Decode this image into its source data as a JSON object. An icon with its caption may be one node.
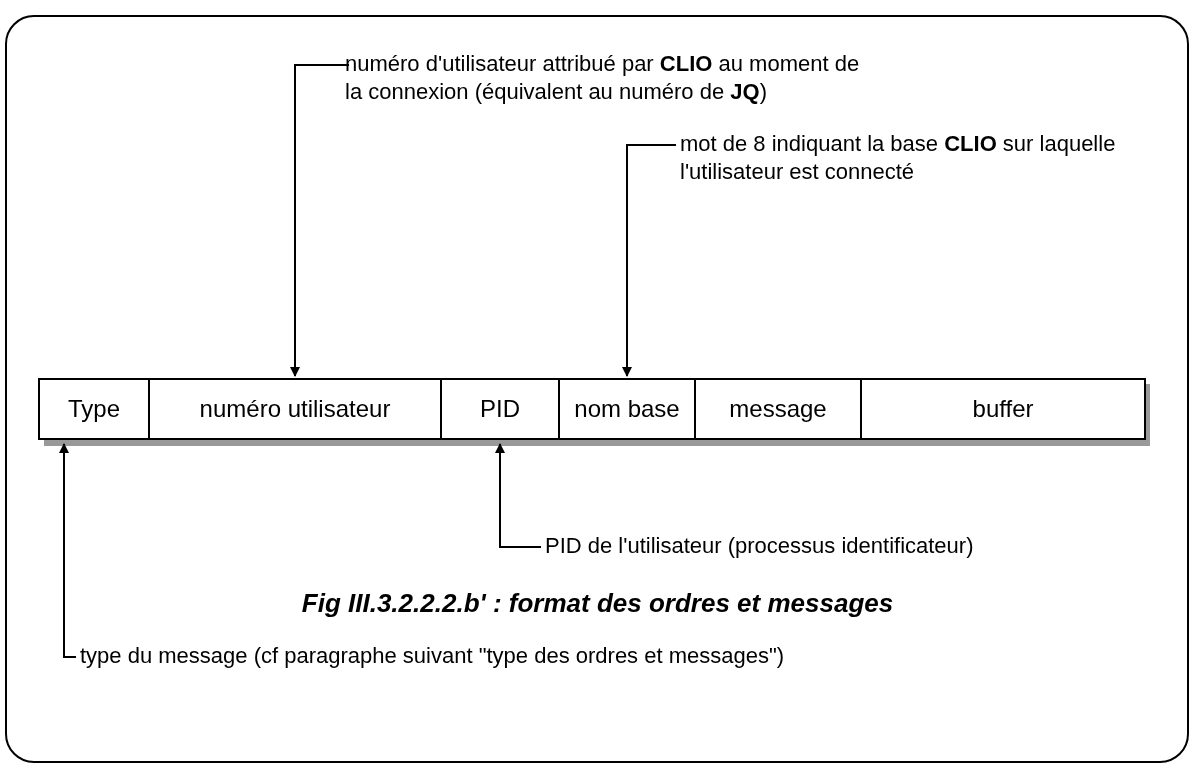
{
  "diagram": {
    "caption": "Fig III.3.2.2.2.b' : format des ordres et messages",
    "nodes": [
      {
        "text": [
          "Type"
        ]
      },
      {
        "text": [
          "numéro utilisateur"
        ]
      },
      {
        "text": [
          "PID"
        ]
      },
      {
        "text": [
          "nom base"
        ]
      },
      {
        "text": [
          "message"
        ]
      },
      {
        "text": [
          "buffer"
        ]
      },
      {
        "text": [
          "numéro d'utilisateur attribué par **CLIO** au moment de la connexion (équivalent au numéro de **JQ**)"
        ]
      },
      {
        "text": [
          "mot de 8 indiquant la base **CLIO** sur laquelle l'utilisateur est connecté"
        ]
      },
      {
        "text": [
          "PID de l'utilisateur (processus identificateur)"
        ]
      },
      {
        "text": [
          "type du message (cf paragraphe suivant \"type des ordres et messages\")"
        ]
      }
    ],
    "edges": [
      {
        "from": 6,
        "to": 1,
        "arrow": "to"
      },
      {
        "from": 7,
        "to": 3,
        "arrow": "to"
      },
      {
        "from": 8,
        "to": 2,
        "arrow": "to"
      },
      {
        "from": 9,
        "to": 0,
        "arrow": "to"
      }
    ]
  }
}
